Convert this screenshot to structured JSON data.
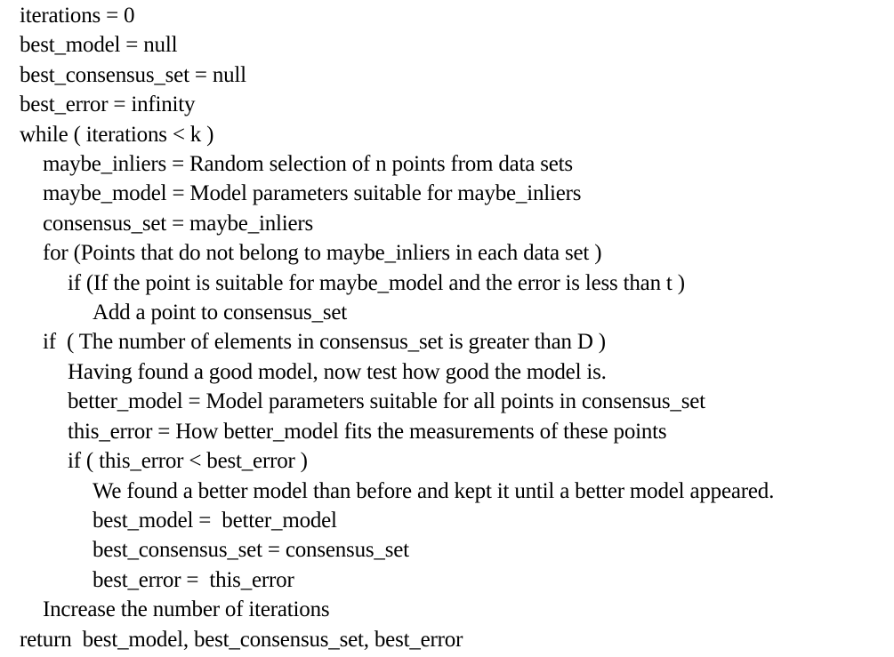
{
  "page": {
    "background_color": "#ffffff",
    "text_color": "#000000"
  },
  "pseudocode": {
    "description": "RANSAC algorithm pseudocode listing",
    "lines": [
      {
        "indent": 0,
        "text": "iterations = 0"
      },
      {
        "indent": 0,
        "text": "best_model = null"
      },
      {
        "indent": 0,
        "text": "best_consensus_set = null"
      },
      {
        "indent": 0,
        "text": "best_error = infinity"
      },
      {
        "indent": 0,
        "text": "while ( iterations < k )"
      },
      {
        "indent": 1,
        "text": "maybe_inliers = Random selection of n points from data sets"
      },
      {
        "indent": 1,
        "text": "maybe_model = Model parameters suitable for maybe_inliers"
      },
      {
        "indent": 1,
        "text": "consensus_set = maybe_inliers"
      },
      {
        "indent": 1,
        "text": "for (Points that do not belong to maybe_inliers in each data set )"
      },
      {
        "indent": 2,
        "text": "if (If the point is suitable for maybe_model and the error is less than t )"
      },
      {
        "indent": 3,
        "text": "Add a point to consensus_set"
      },
      {
        "indent": 1,
        "text": "if  ( The number of elements in consensus_set is greater than D )"
      },
      {
        "indent": 2,
        "text": "Having found a good model, now test how good the model is."
      },
      {
        "indent": 2,
        "text": "better_model = Model parameters suitable for all points in consensus_set"
      },
      {
        "indent": 2,
        "text": "this_error = How better_model fits the measurements of these points"
      },
      {
        "indent": 2,
        "text": "if ( this_error < best_error )"
      },
      {
        "indent": 3,
        "text": "We found a better model than before and kept it until a better model appeared."
      },
      {
        "indent": 3,
        "text": "best_model =  better_model"
      },
      {
        "indent": 3,
        "text": "best_consensus_set = consensus_set"
      },
      {
        "indent": 3,
        "text": "best_error =  this_error"
      },
      {
        "indent": 1,
        "text": "Increase the number of iterations"
      },
      {
        "indent": 0,
        "text": "return  best_model, best_consensus_set, best_error"
      }
    ]
  }
}
